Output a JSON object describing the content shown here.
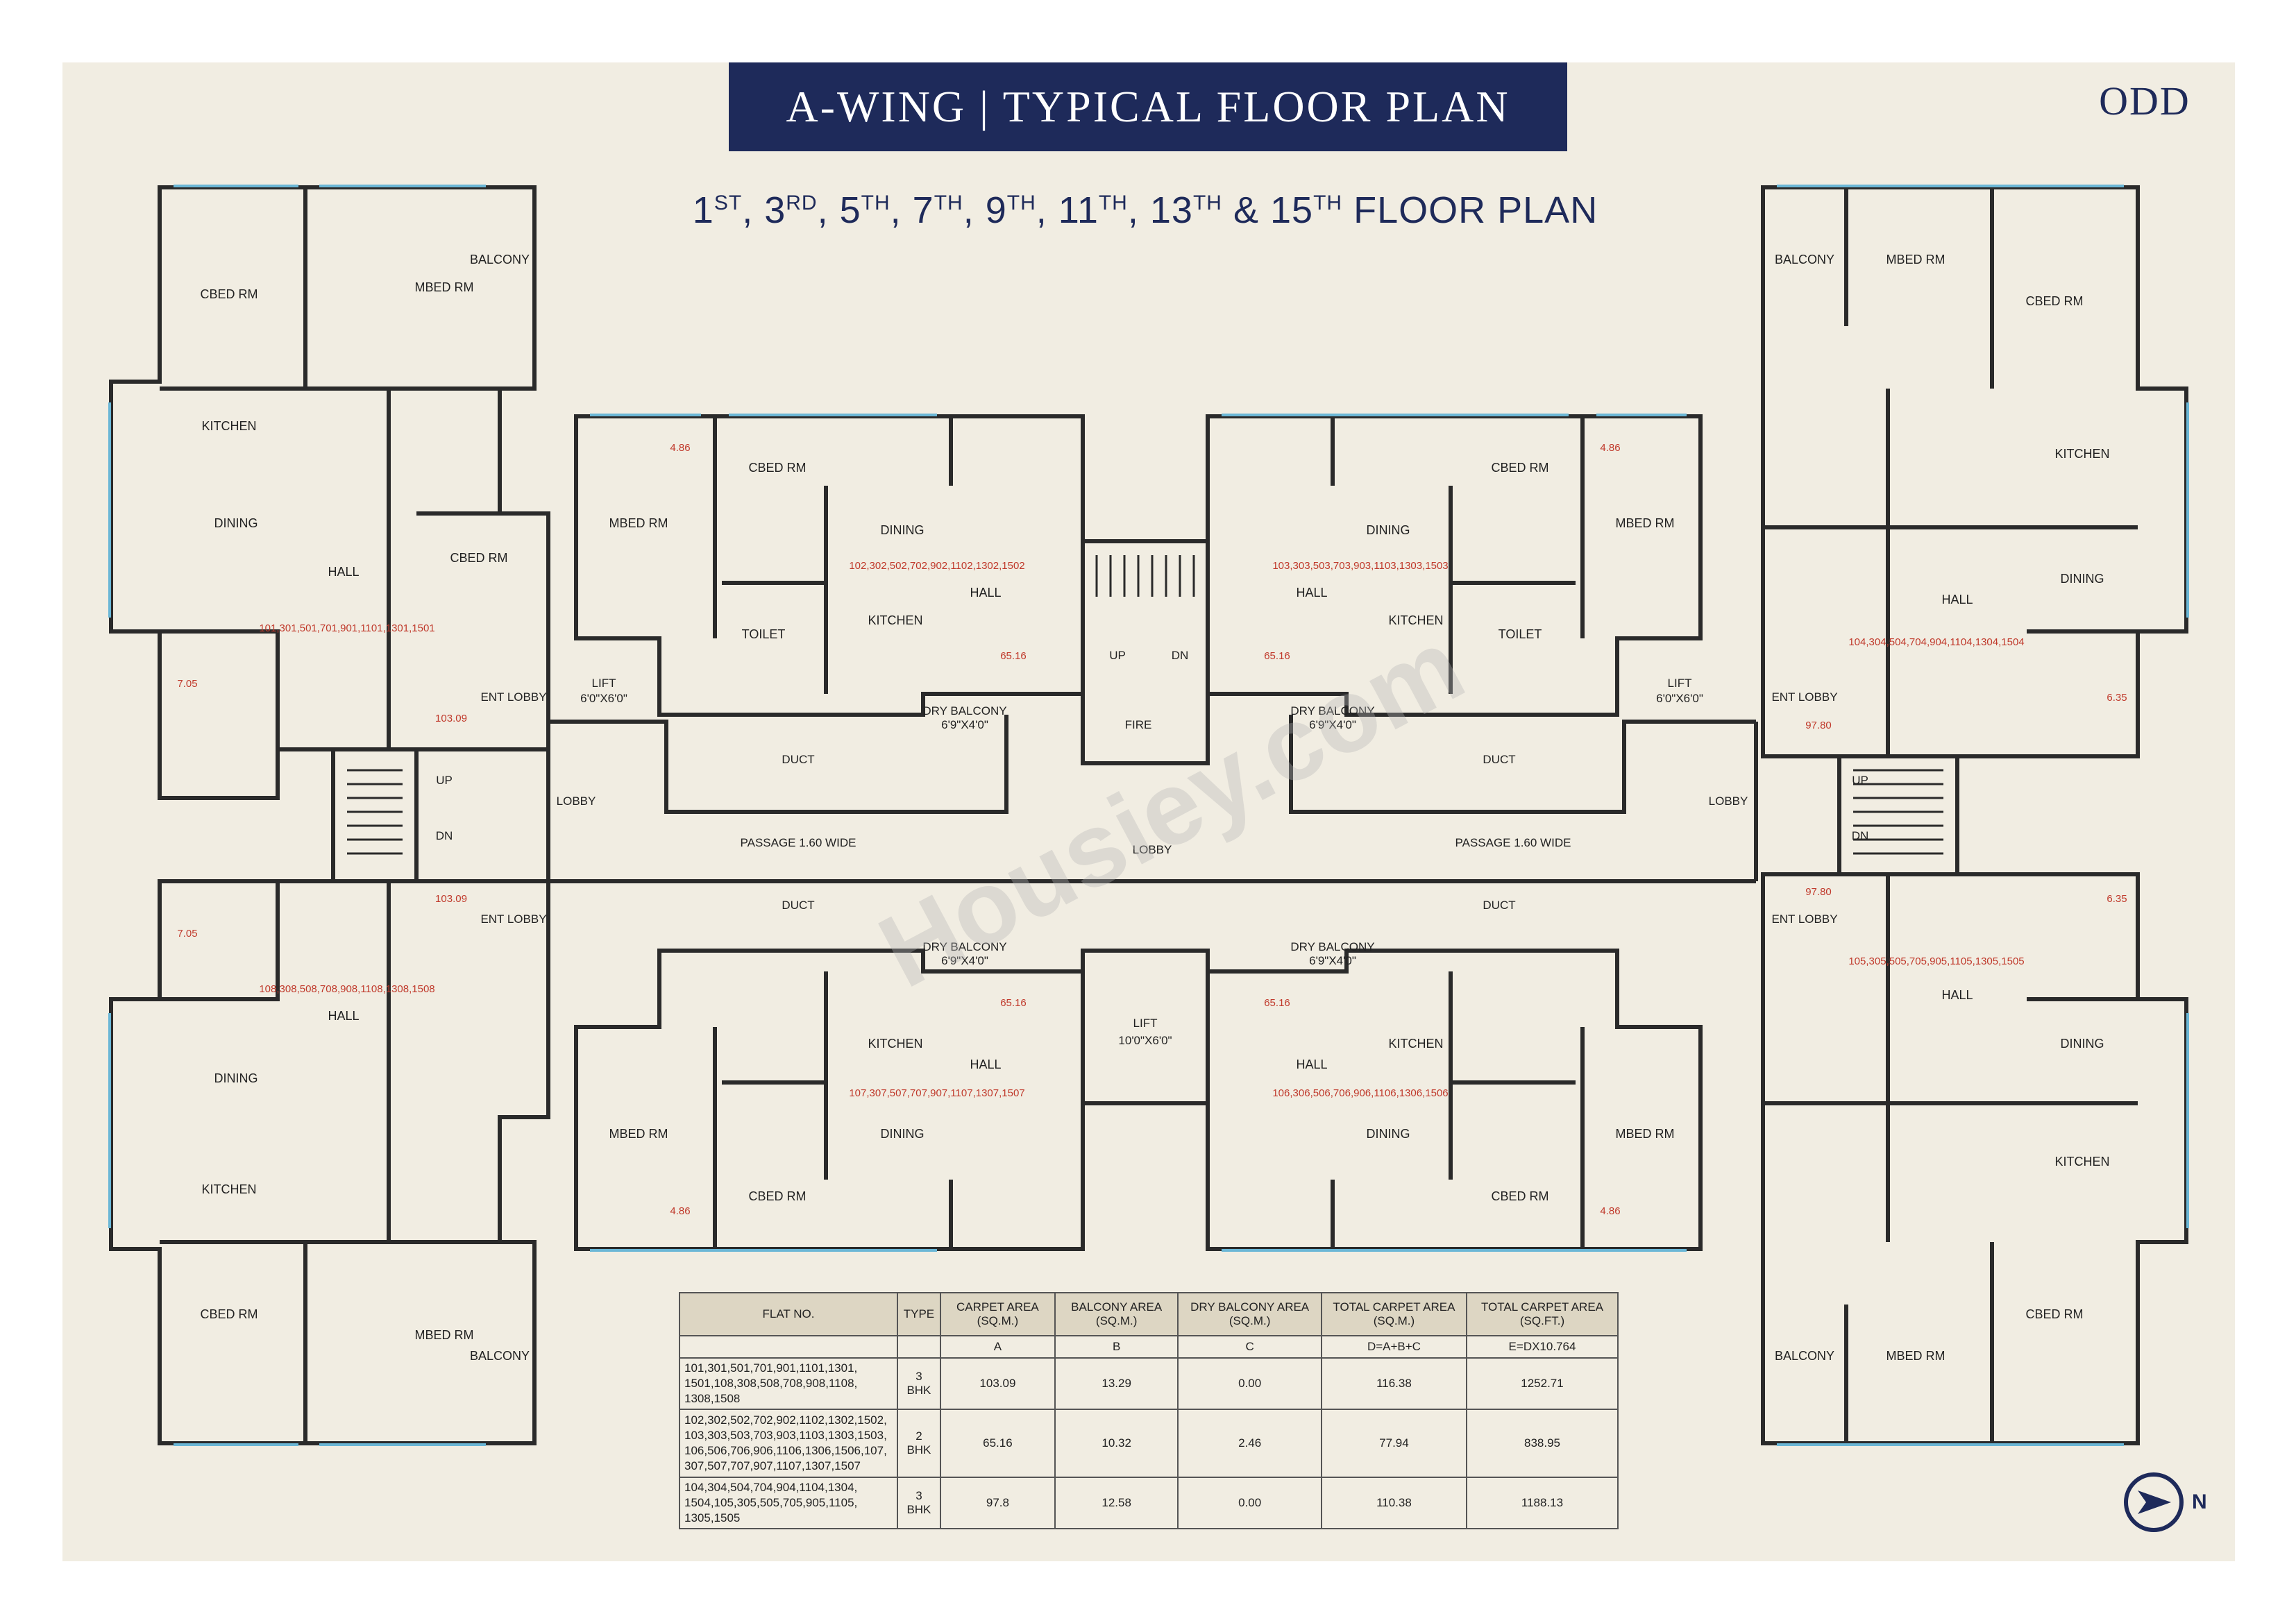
{
  "title": "A-WING | TYPICAL FLOOR PLAN",
  "parity": "ODD",
  "subtitle": {
    "floors": [
      {
        "num": "1",
        "sup": "ST"
      },
      {
        "num": "3",
        "sup": "RD"
      },
      {
        "num": "5",
        "sup": "TH"
      },
      {
        "num": "7",
        "sup": "TH"
      },
      {
        "num": "9",
        "sup": "TH"
      },
      {
        "num": "11",
        "sup": "TH"
      },
      {
        "num": "13",
        "sup": "TH"
      },
      {
        "num": "15",
        "sup": "TH"
      }
    ],
    "connector": "&",
    "suffix": "FLOOR PLAN"
  },
  "watermark": "Housiey.com",
  "north_label": "N",
  "labels": {
    "passage": "PASSAGE 1.60 WIDE",
    "lobby": "LOBBY",
    "duct": "DUCT",
    "lift": "LIFT",
    "up": "UP",
    "dn": "DN",
    "fire": "FIRE",
    "ent_lobby": "ENT LOBBY",
    "dry_balcony": "DRY BALCONY",
    "dry_balcony_size": "6'9\"X4'0\"",
    "lift_size": "10'0\"X6'0\"",
    "lift_side_size": "6'0\"X6'0\"",
    "hall": "HALL",
    "kitchen": "KITCHEN",
    "dining": "DINING",
    "toilet": "TOILET",
    "mbed_rm": "MBED RM",
    "cbed_rm": "CBED RM",
    "balcony": "BALCONY"
  },
  "units": {
    "u_a": {
      "flats": "101,301,501,701,901,1101,1301,1501",
      "area": "103.09",
      "balcony_area": "7.05"
    },
    "u_b": {
      "flats": "102,302,502,702,902,1102,1302,1502",
      "area": "65.16",
      "balcony_area": "4.86"
    },
    "u_c": {
      "flats": "103,303,503,703,903,1103,1303,1503",
      "area": "65.16",
      "balcony_area": "4.86"
    },
    "u_d": {
      "flats": "104,304,504,704,904,1104,1304,1504",
      "area": "97.80",
      "balcony_area": "6.35"
    },
    "u_e": {
      "flats": "105,305,505,705,905,1105,1305,1505",
      "area": "97.80",
      "balcony_area": "6.35"
    },
    "u_f": {
      "flats": "106,306,506,706,906,1106,1306,1506",
      "area": "65.16",
      "balcony_area": "4.86"
    },
    "u_g": {
      "flats": "107,307,507,707,907,1107,1307,1507",
      "area": "65.16",
      "balcony_area": "4.86"
    },
    "u_h": {
      "flats": "108,308,508,708,908,1108,1308,1508",
      "area": "103.09",
      "balcony_area": "7.05"
    }
  },
  "area_table": {
    "headers": [
      "FLAT NO.",
      "TYPE",
      "CARPET AREA (SQ.M.)",
      "BALCONY AREA (SQ.M.)",
      "DRY BALCONY AREA (SQ.M.)",
      "TOTAL CARPET AREA (SQ.M.)",
      "TOTAL CARPET AREA (SQ.FT.)"
    ],
    "subheaders": [
      "",
      "",
      "A",
      "B",
      "C",
      "D=A+B+C",
      "E=DX10.764"
    ],
    "rows": [
      {
        "flats": "101,301,501,701,901,1101,1301, 1501,108,308,508,708,908,1108, 1308,1508",
        "type": "3 BHK",
        "a": "103.09",
        "b": "13.29",
        "c": "0.00",
        "d": "116.38",
        "e": "1252.71"
      },
      {
        "flats": "102,302,502,702,902,1102,1302,1502, 103,303,503,703,903,1103,1303,1503, 106,506,706,906,1106,1306,1506,107, 307,507,707,907,1107,1307,1507",
        "type": "2 BHK",
        "a": "65.16",
        "b": "10.32",
        "c": "2.46",
        "d": "77.94",
        "e": "838.95"
      },
      {
        "flats": "104,304,504,704,904,1104,1304, 1504,105,305,505,705,905,1105, 1305,1505",
        "type": "3 BHK",
        "a": "97.8",
        "b": "12.58",
        "c": "0.00",
        "d": "110.38",
        "e": "1188.13"
      }
    ]
  }
}
